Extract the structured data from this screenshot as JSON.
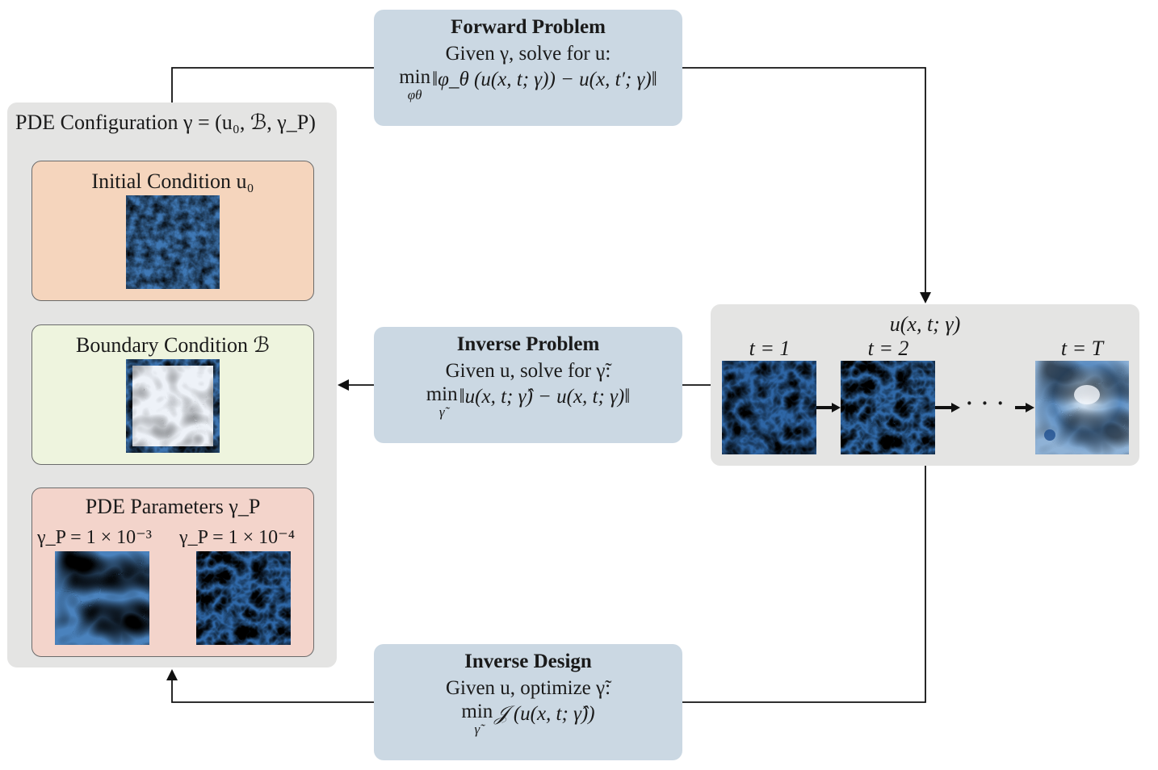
{
  "pde_config": {
    "title": "PDE Configuration γ = (u₀, ℬ, γ_P)",
    "initial_condition": {
      "label": "Initial Condition u₀"
    },
    "boundary_condition": {
      "label": "Boundary Condition ℬ"
    },
    "pde_parameters": {
      "label": "PDE Parameters γ_P",
      "param_a": "γ_P = 1 × 10⁻³",
      "param_b": "γ_P = 1 × 10⁻⁴"
    }
  },
  "forward_problem": {
    "title": "Forward Problem",
    "line": "Given γ, solve for u:",
    "equation": "‖φ_θ (u(x, t; γ)) − u(x, t′; γ)‖",
    "min_op": "min",
    "min_sub": "φθ"
  },
  "inverse_problem": {
    "title": "Inverse Problem",
    "line": "Given u, solve for γ̃:",
    "equation": "‖u(x, t; γ̂) − u(x, t; γ)‖",
    "min_op": "min",
    "min_sub": "γ̃"
  },
  "inverse_design": {
    "title": "Inverse Design",
    "line": "Given u, optimize γ̃:",
    "equation": "𝒥 (u(x, t; γ̂))",
    "min_op": "min",
    "min_sub": "γ̃"
  },
  "trajectory": {
    "title": "u(x, t; γ)",
    "t_labels": [
      "t = 1",
      "t = 2",
      "t = T"
    ],
    "ellipsis": "· · ·"
  },
  "colors": {
    "panel": "#e4e4e3",
    "problem_box": "#cbd8e3",
    "initial_condition_box": "#f5d5bd",
    "boundary_condition_box": "#eef4de",
    "pde_parameters_box": "#f3d4cb",
    "field_dark": "#1f5a9e",
    "field_light": "#e8f0f8"
  }
}
